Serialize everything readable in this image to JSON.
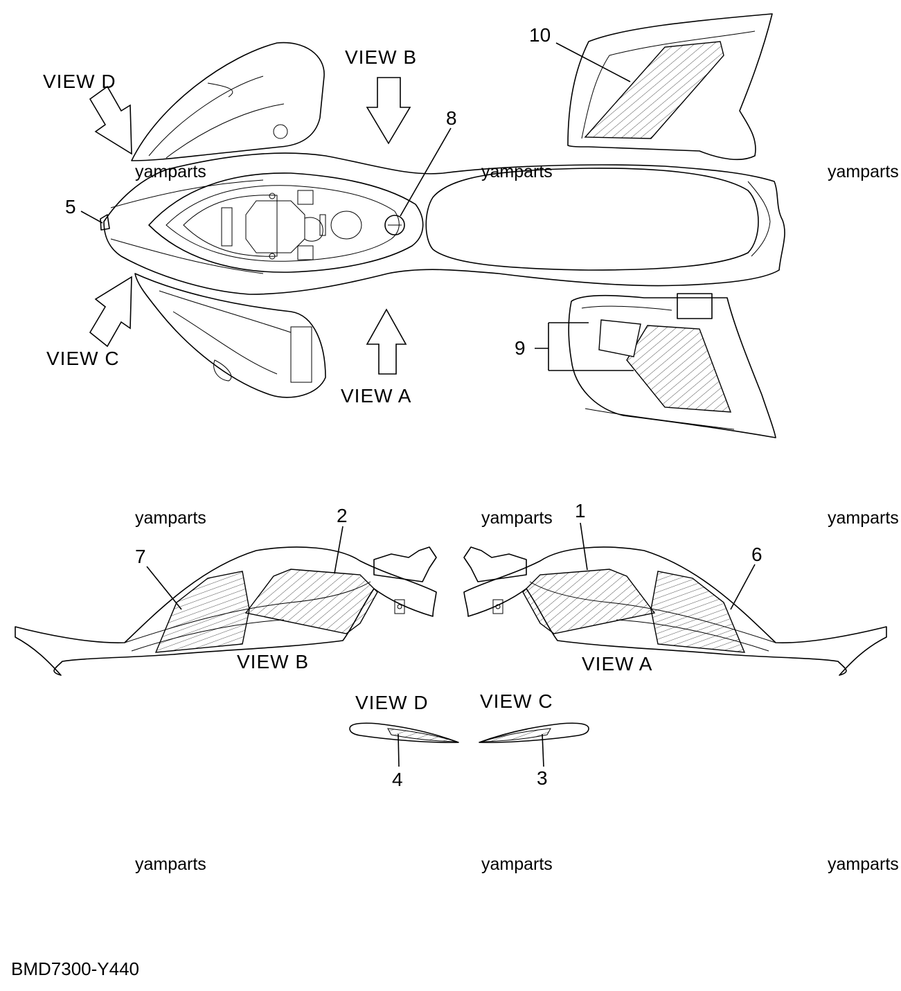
{
  "views": {
    "a": "VIEW A",
    "b": "VIEW B",
    "c": "VIEW C",
    "d": "VIEW D"
  },
  "callouts": [
    "1",
    "2",
    "3",
    "4",
    "5",
    "6",
    "7",
    "8",
    "9",
    "10"
  ],
  "watermark": "yamparts",
  "diagram_code": "BMD7300-Y440"
}
